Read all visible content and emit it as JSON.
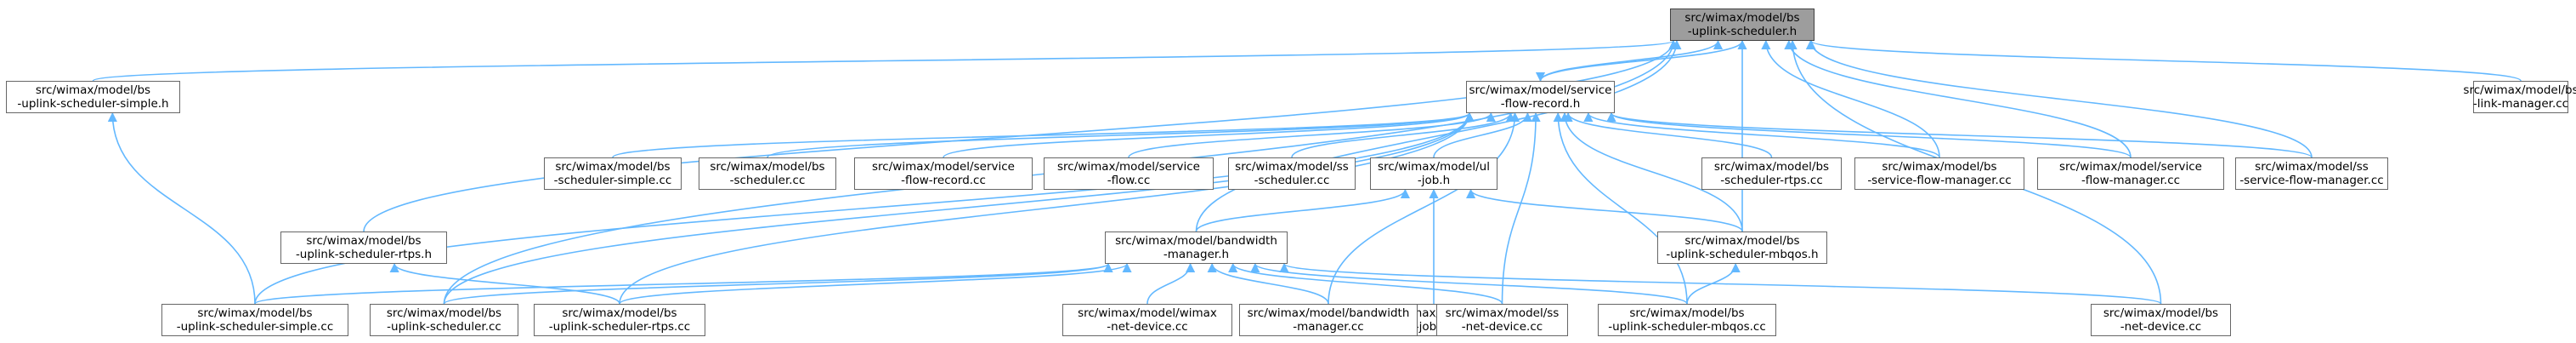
{
  "colors": {
    "edge": "#63b8ff",
    "focus_fill": "#9d9d9d"
  },
  "nodes": [
    {
      "id": "n0",
      "lines": [
        "src/wimax/model/bs",
        "-uplink-scheduler.h"
      ],
      "focus": true
    },
    {
      "id": "n1",
      "lines": [
        "src/wimax/model/bs",
        "-uplink-scheduler-simple.h"
      ]
    },
    {
      "id": "n2",
      "lines": [
        "src/wimax/model/service",
        "-flow-record.h"
      ]
    },
    {
      "id": "n3",
      "lines": [
        "src/wimax/model/bs",
        "-link-manager.cc"
      ]
    },
    {
      "id": "n4",
      "lines": [
        "src/wimax/model/bs",
        "-scheduler-simple.cc"
      ]
    },
    {
      "id": "n5",
      "lines": [
        "src/wimax/model/bs",
        "-scheduler.cc"
      ]
    },
    {
      "id": "n6",
      "lines": [
        "src/wimax/model/service",
        "-flow-record.cc"
      ]
    },
    {
      "id": "n7",
      "lines": [
        "src/wimax/model/service",
        "-flow.cc"
      ]
    },
    {
      "id": "n8",
      "lines": [
        "src/wimax/model/ss",
        "-scheduler.cc"
      ]
    },
    {
      "id": "n9",
      "lines": [
        "src/wimax/model/ul",
        "-job.h"
      ]
    },
    {
      "id": "n10",
      "lines": [
        "src/wimax/model/bs",
        "-scheduler-rtps.cc"
      ]
    },
    {
      "id": "n11",
      "lines": [
        "src/wimax/model/bs",
        "-service-flow-manager.cc"
      ]
    },
    {
      "id": "n12",
      "lines": [
        "src/wimax/model/service",
        "-flow-manager.cc"
      ]
    },
    {
      "id": "n13",
      "lines": [
        "src/wimax/model/ss",
        "-service-flow-manager.cc"
      ]
    },
    {
      "id": "n14",
      "lines": [
        "src/wimax/model/bs",
        "-uplink-scheduler-rtps.h"
      ]
    },
    {
      "id": "n15",
      "lines": [
        "src/wimax/model/bandwidth",
        "-manager.h"
      ]
    },
    {
      "id": "n16",
      "lines": [
        "src/wimax/model/ul",
        "-job.cc"
      ]
    },
    {
      "id": "n17",
      "lines": [
        "src/wimax/model/bs",
        "-uplink-scheduler-mbqos.h"
      ]
    },
    {
      "id": "n18",
      "lines": [
        "src/wimax/model/bs",
        "-uplink-scheduler-simple.cc"
      ]
    },
    {
      "id": "n19",
      "lines": [
        "src/wimax/model/bs",
        "-uplink-scheduler.cc"
      ]
    },
    {
      "id": "n20",
      "lines": [
        "src/wimax/model/bs",
        "-uplink-scheduler-rtps.cc"
      ]
    },
    {
      "id": "n21",
      "lines": [
        "src/wimax/model/wimax",
        "-net-device.cc"
      ]
    },
    {
      "id": "n22",
      "lines": [
        "src/wimax/model/bandwidth",
        "-manager.cc"
      ]
    },
    {
      "id": "n23",
      "lines": [
        "src/wimax/model/ss",
        "-net-device.cc"
      ]
    },
    {
      "id": "n24",
      "lines": [
        "src/wimax/model/bs",
        "-uplink-scheduler-mbqos.cc"
      ]
    },
    {
      "id": "n25",
      "lines": [
        "src/wimax/model/bs",
        "-net-device.cc"
      ]
    }
  ],
  "edges": [
    [
      "n1",
      "n0"
    ],
    [
      "n2",
      "n0"
    ],
    [
      "n3",
      "n0"
    ],
    [
      "n11",
      "n0"
    ],
    [
      "n12",
      "n0"
    ],
    [
      "n13",
      "n0"
    ],
    [
      "n14",
      "n0"
    ],
    [
      "n15",
      "n0"
    ],
    [
      "n17",
      "n0"
    ],
    [
      "n19",
      "n0"
    ],
    [
      "n25",
      "n0"
    ],
    [
      "n0",
      "n2"
    ],
    [
      "n4",
      "n2"
    ],
    [
      "n5",
      "n2"
    ],
    [
      "n6",
      "n2"
    ],
    [
      "n7",
      "n2"
    ],
    [
      "n8",
      "n2"
    ],
    [
      "n9",
      "n2"
    ],
    [
      "n10",
      "n2"
    ],
    [
      "n11",
      "n2"
    ],
    [
      "n12",
      "n2"
    ],
    [
      "n13",
      "n2"
    ],
    [
      "n17",
      "n2"
    ],
    [
      "n18",
      "n2"
    ],
    [
      "n19",
      "n2"
    ],
    [
      "n20",
      "n2"
    ],
    [
      "n22",
      "n2"
    ],
    [
      "n23",
      "n2"
    ],
    [
      "n24",
      "n2"
    ],
    [
      "n15",
      "n9"
    ],
    [
      "n16",
      "n9"
    ],
    [
      "n17",
      "n9"
    ],
    [
      "n18",
      "n1"
    ],
    [
      "n20",
      "n14"
    ],
    [
      "n24",
      "n17"
    ],
    [
      "n18",
      "n15"
    ],
    [
      "n19",
      "n15"
    ],
    [
      "n20",
      "n15"
    ],
    [
      "n21",
      "n15"
    ],
    [
      "n22",
      "n15"
    ],
    [
      "n23",
      "n15"
    ],
    [
      "n24",
      "n15"
    ],
    [
      "n25",
      "n15"
    ]
  ]
}
